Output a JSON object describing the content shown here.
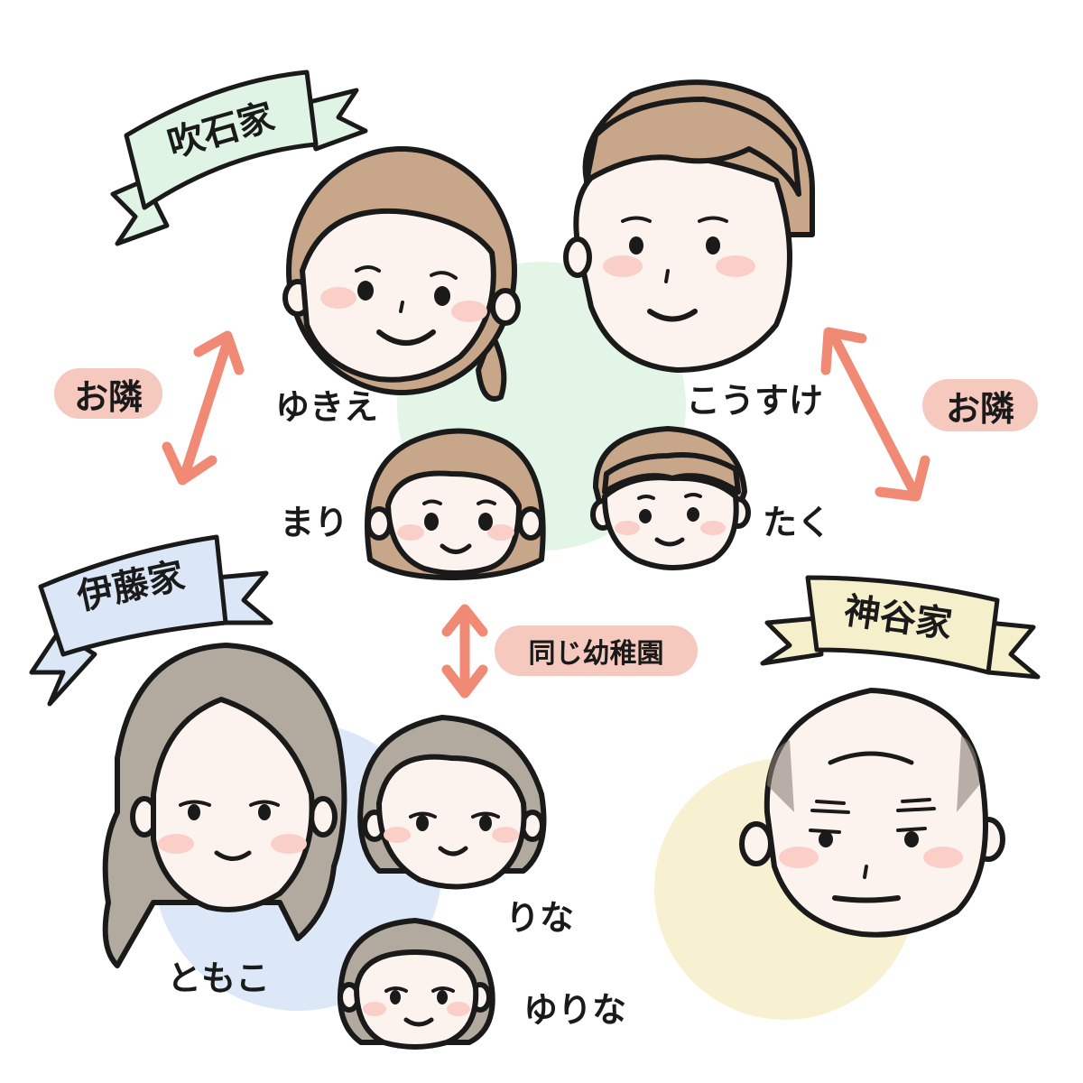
{
  "families": {
    "fukiishi": {
      "label": "吹石家",
      "color": "#e2f5e6"
    },
    "ito": {
      "label": "伊藤家",
      "color": "#dce8f7"
    },
    "kamiya": {
      "label": "神谷家",
      "color": "#f7f1d2"
    }
  },
  "people": {
    "yukie": "ゆきえ",
    "kousuke": "こうすけ",
    "mari": "まり",
    "taku": "たく",
    "tomoko": "ともこ",
    "rina": "りな",
    "yurina": "ゆりな"
  },
  "relations": {
    "neighbor_left": "お隣",
    "neighbor_right": "お隣",
    "same_kindergarten": "同じ幼稚園"
  },
  "colors": {
    "accent_arrow": "#f08a74",
    "pill_bg": "#f6c9bf",
    "hair_brown": "#c8a68a",
    "hair_gray": "#b3aa9f",
    "skin": "#fdf3ee",
    "blush": "#f9cfc8"
  }
}
